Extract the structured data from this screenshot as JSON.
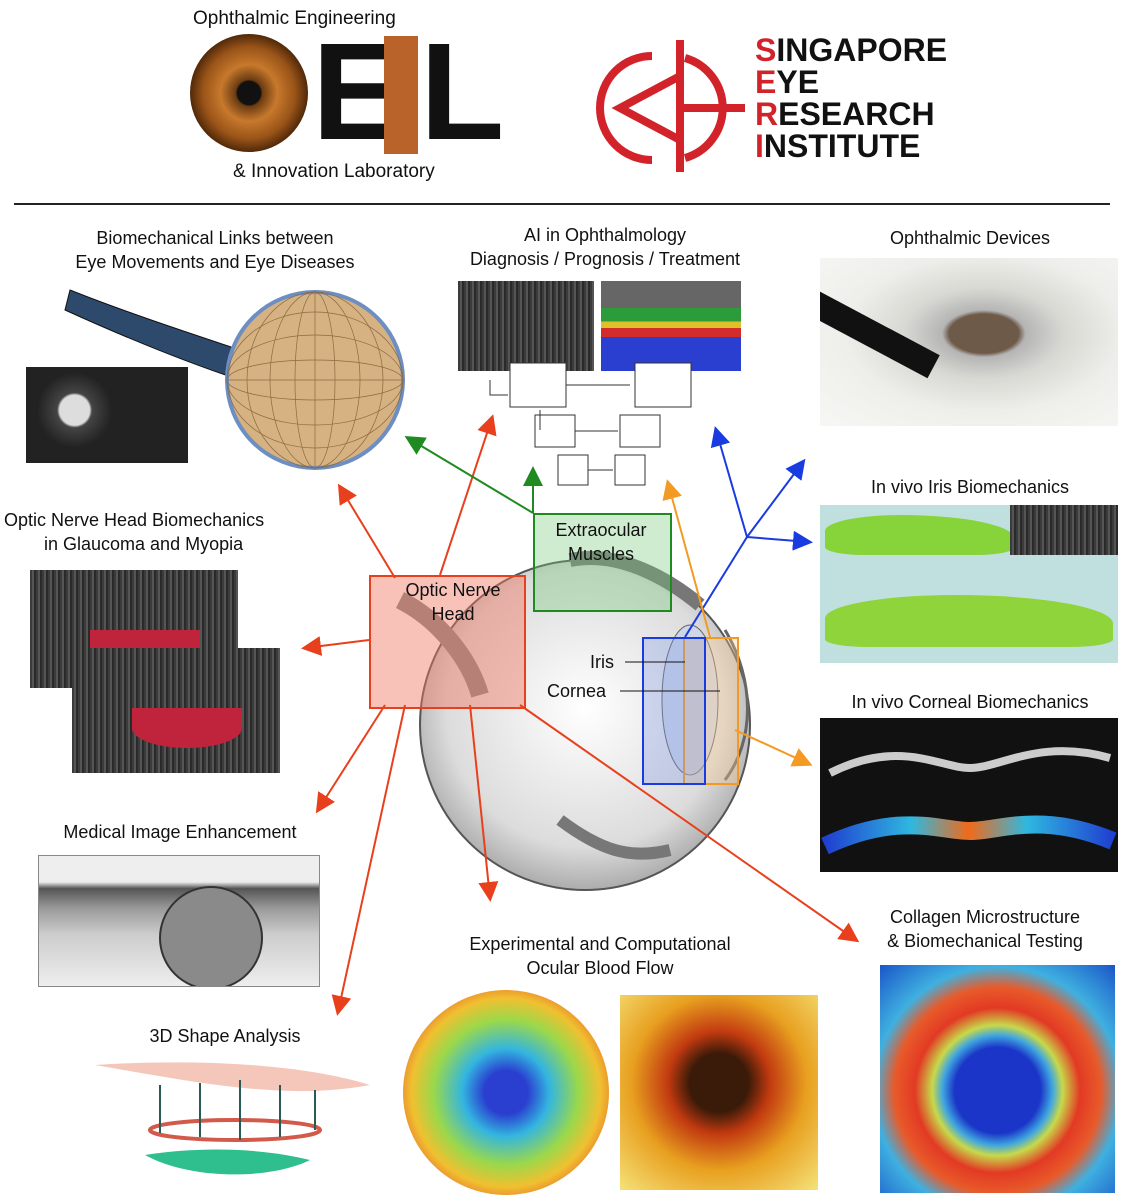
{
  "header": {
    "oeil_top": "Ophthalmic Engineering",
    "oeil_bottom": "& Innovation Laboratory",
    "oeil_letters": [
      "E",
      "I",
      "L"
    ],
    "seri_lines": [
      {
        "first": "S",
        "rest": "INGAPORE"
      },
      {
        "first": "E",
        "rest": "YE"
      },
      {
        "first": "R",
        "rest": "ESEARCH"
      },
      {
        "first": "I",
        "rest": "NSTITUTE"
      }
    ]
  },
  "topics": {
    "biomech_links": [
      "Biomechanical Links between",
      "Eye Movements and Eye Diseases"
    ],
    "ai": [
      "AI in Ophthalmology",
      "Diagnosis / Prognosis / Treatment"
    ],
    "devices": "Ophthalmic Devices",
    "iris": "In vivo Iris Biomechanics",
    "onh_biomech": [
      "Optic Nerve Head Biomechanics",
      "in Glaucoma and Myopia"
    ],
    "cornea": "In vivo Corneal Biomechanics",
    "image_enh": "Medical Image Enhancement",
    "collagen": [
      "Collagen Microstructure",
      "& Biomechanical Testing"
    ],
    "blood_flow": [
      "Experimental and Computational",
      "Ocular Blood Flow"
    ],
    "shape": "3D Shape Analysis"
  },
  "eye_labels": {
    "onh": [
      "Optic Nerve",
      "Head"
    ],
    "eom": [
      "Extraocular",
      "Muscles"
    ],
    "iris": "Iris",
    "cornea": "Cornea"
  },
  "colors": {
    "red": "#e8401c",
    "green": "#1f8a1f",
    "blue": "#1a3be0",
    "orange": "#f39a24",
    "seri_red": "#d2232a",
    "oeil_orange": "#b9622a"
  }
}
